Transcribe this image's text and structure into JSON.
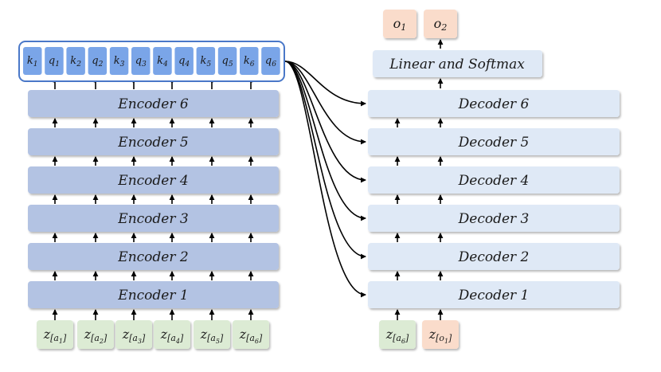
{
  "encoder_stack": {
    "blocks": [
      "Encoder 1",
      "Encoder 2",
      "Encoder 3",
      "Encoder 4",
      "Encoder 5",
      "Encoder 6"
    ],
    "output_tokens": [
      {
        "base": "k",
        "sub": "1"
      },
      {
        "base": "q",
        "sub": "1"
      },
      {
        "base": "k",
        "sub": "2"
      },
      {
        "base": "q",
        "sub": "2"
      },
      {
        "base": "k",
        "sub": "3"
      },
      {
        "base": "q",
        "sub": "3"
      },
      {
        "base": "k",
        "sub": "4"
      },
      {
        "base": "q",
        "sub": "4"
      },
      {
        "base": "k",
        "sub": "5"
      },
      {
        "base": "q",
        "sub": "5"
      },
      {
        "base": "k",
        "sub": "6"
      },
      {
        "base": "q",
        "sub": "6"
      }
    ],
    "inputs": [
      {
        "base": "z",
        "sub": "a",
        "subsub": "1"
      },
      {
        "base": "z",
        "sub": "a",
        "subsub": "2"
      },
      {
        "base": "z",
        "sub": "a",
        "subsub": "3"
      },
      {
        "base": "z",
        "sub": "a",
        "subsub": "4"
      },
      {
        "base": "z",
        "sub": "a",
        "subsub": "5"
      },
      {
        "base": "z",
        "sub": "a",
        "subsub": "6"
      }
    ]
  },
  "decoder_stack": {
    "blocks": [
      "Decoder 1",
      "Decoder 2",
      "Decoder 3",
      "Decoder 4",
      "Decoder 5",
      "Decoder 6"
    ],
    "head_label": "Linear and Softmax",
    "outputs": [
      {
        "base": "o",
        "sub": "1"
      },
      {
        "base": "o",
        "sub": "2"
      }
    ],
    "inputs": [
      {
        "base": "z",
        "sub": "a",
        "subsub": "6",
        "kind": "encoder"
      },
      {
        "base": "z",
        "sub": "o",
        "subsub": "1",
        "kind": "output"
      }
    ]
  },
  "colors": {
    "encoder_block": "#b3c3e3",
    "token_fill": "#7aa5e8",
    "token_group_border": "#4a78c8",
    "decoder_block": "#dfe9f6",
    "input_green": "#dcebd4",
    "input_orange": "#fadccb",
    "arrow": "#000000"
  }
}
